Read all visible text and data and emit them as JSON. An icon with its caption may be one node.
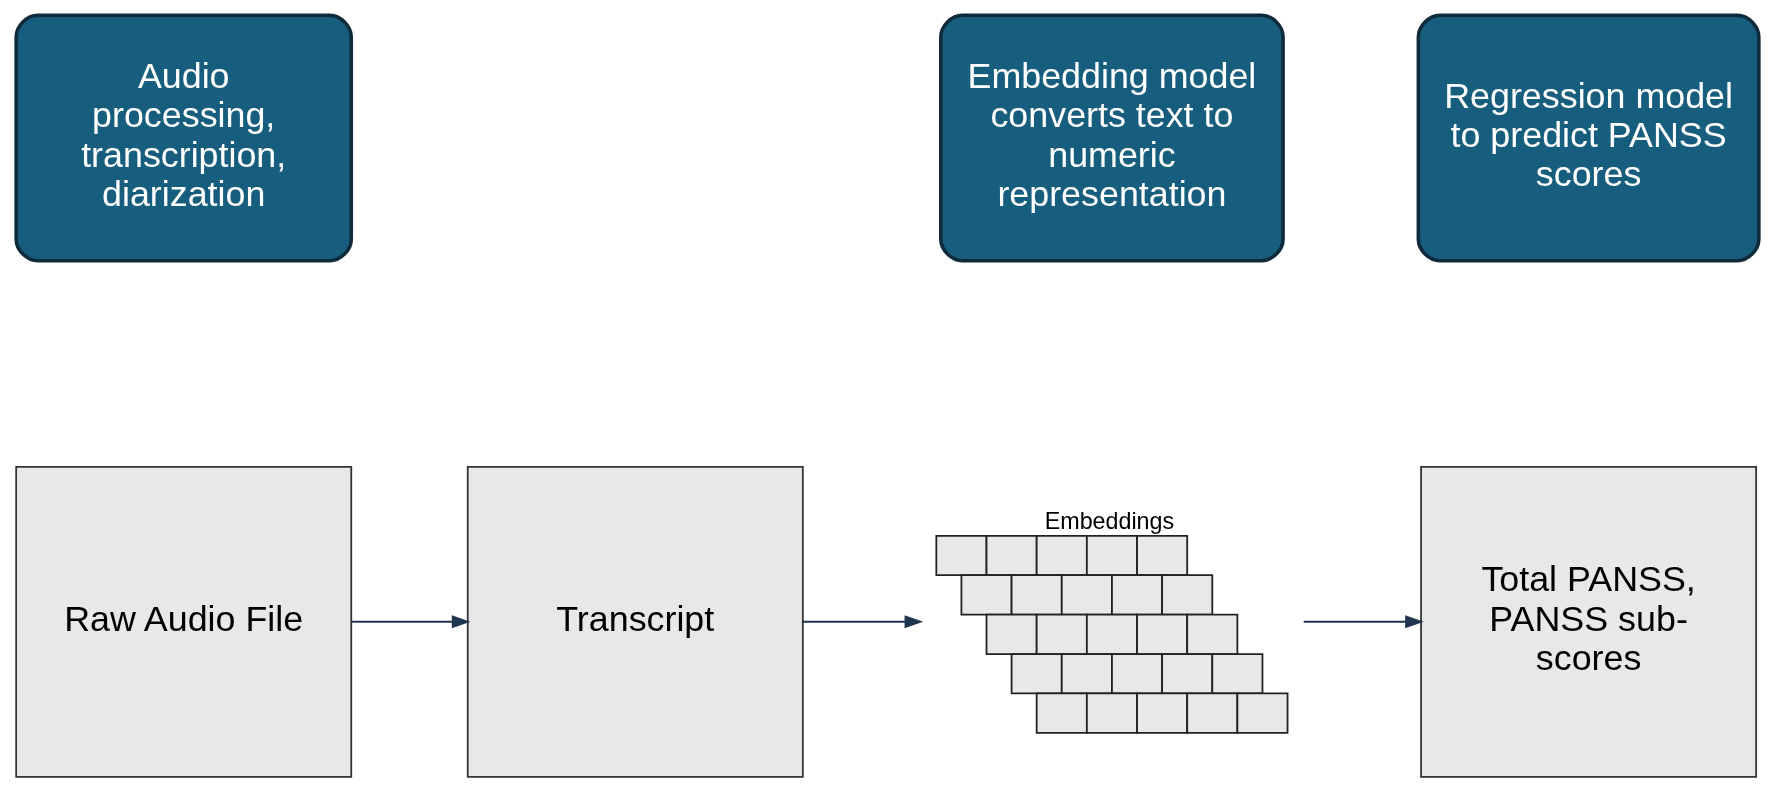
{
  "diagram": {
    "nodes": [
      {
        "text": [
          "Audio processing, transcription, diarization"
        ]
      },
      {
        "text": [
          "Embedding model converts text to numeric representation"
        ]
      },
      {
        "text": [
          "Regression model to predict PANSS scores"
        ]
      },
      {
        "text": [
          "Raw Audio File"
        ]
      },
      {
        "text": [
          "Transcript"
        ]
      },
      {
        "text": [
          "Embeddings"
        ]
      },
      {
        "text": [
          "Total PANSS, PANSS sub-scores"
        ]
      }
    ],
    "edges": [
      {
        "from": 3,
        "to": 4,
        "arrow": "to"
      },
      {
        "from": 4,
        "to": 5,
        "arrow": "to"
      },
      {
        "from": 5,
        "to": 6,
        "arrow": "to"
      }
    ]
  }
}
